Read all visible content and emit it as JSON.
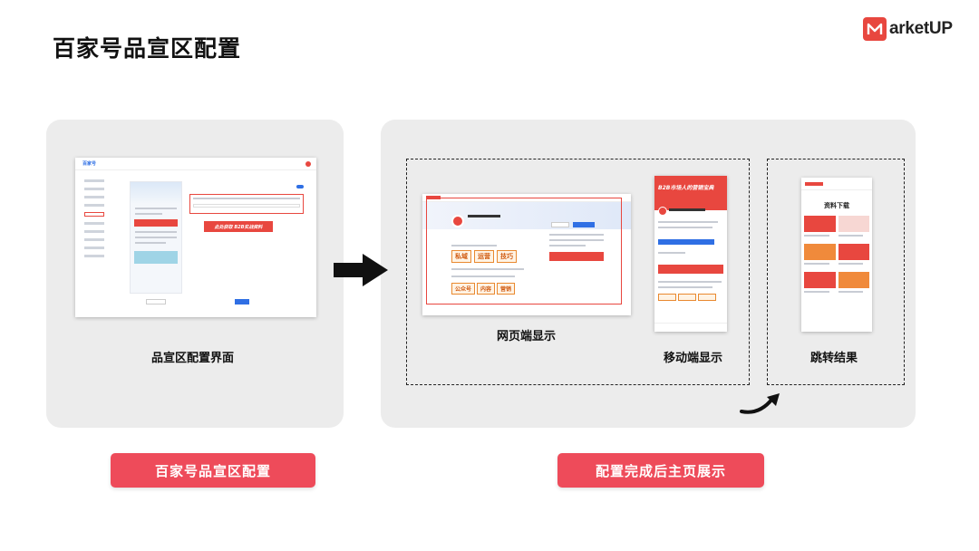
{
  "header": {
    "title": "百家号品宣区配置",
    "logo_text": "arketUP"
  },
  "left_section": {
    "caption": "品宣区配置界面",
    "config_ui_banner": "此处获取 B2B实战资料",
    "button_label": "百家号品宣区配置"
  },
  "right_section": {
    "web_caption": "网页端显示",
    "mobile_caption": "移动端显示",
    "result_caption": "跳转结果",
    "web_tags": [
      "私域",
      "运营",
      "技巧"
    ],
    "web_tags_2": [
      "公众号",
      "内容",
      "营销"
    ],
    "mobile_hero": "B2B市场人的营销宝典",
    "result_title": "资料下载",
    "button_label": "配置完成后主页展示"
  },
  "colors": {
    "accent": "#ee4b5a",
    "brand_red": "#e8473f",
    "panel_bg": "#ececec",
    "blue": "#2f6fe4"
  },
  "icons": {
    "arrow": "right-arrow-icon",
    "curve": "curved-arrow-icon",
    "logo": "marketup-logo-icon"
  }
}
